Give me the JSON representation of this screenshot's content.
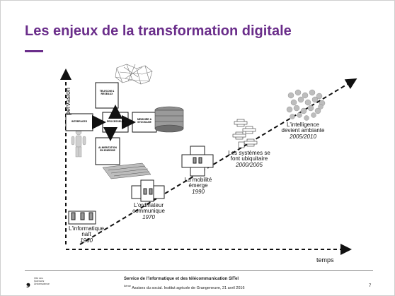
{
  "slide": {
    "title": "Les enjeux de la transformation digitale",
    "page_number": "7",
    "accent_color": "#6a2d8a"
  },
  "diagram": {
    "y_axis_label": "pervasion",
    "x_axis_label": "temps",
    "hub_boxes": {
      "interfaces": "INTERFACES",
      "processeur": "PROCESSEUR",
      "telecom": "TELECOM & RESEAUX",
      "memoire": "MEMOIRE & STOCKAGE",
      "alimentation": "ALIMENTATION EN ENERGIE"
    },
    "stages": [
      {
        "label": "L'informatique naît",
        "year": "1960"
      },
      {
        "label": "L'ordinateur communique",
        "year": "1970"
      },
      {
        "label": "La mobilité émerge",
        "year": "1990"
      },
      {
        "label": "Les systèmes se font ubiquitaire",
        "year": "2000/2005"
      },
      {
        "label": "L'intelligence devient ambiante",
        "year": "2005/2010"
      }
    ]
  },
  "footer": {
    "logo_text": "Cité des Sciences · Universcience",
    "line1": "Service de l'informatique et des télécommunication SITel",
    "line2_sup": "5ème",
    "line2": " Assises du social. Institut agricole de Grangeneuve,  21 avril  2016"
  }
}
